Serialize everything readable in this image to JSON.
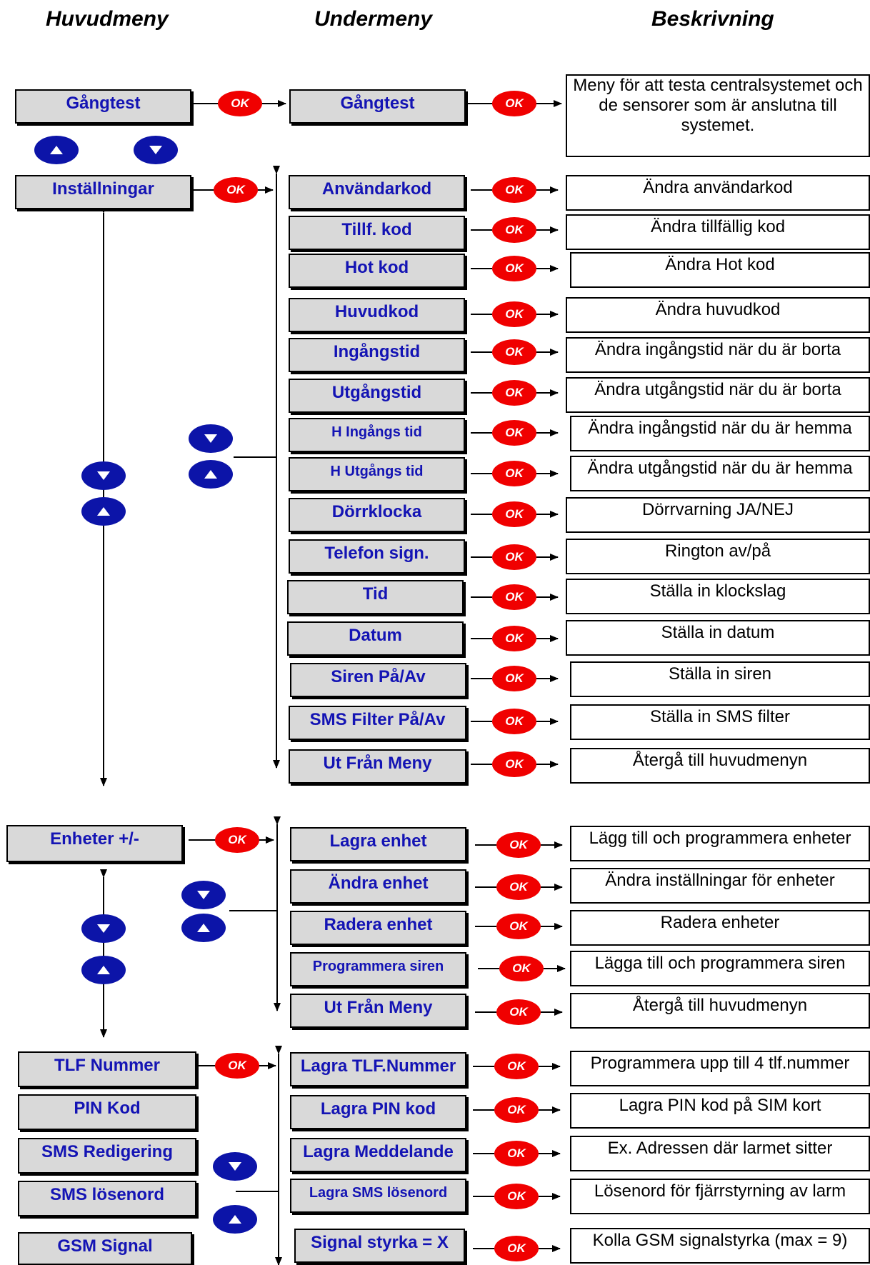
{
  "headers": {
    "main": "Huvudmeny",
    "sub": "Undermeny",
    "desc": "Beskrivning"
  },
  "ok_label": "OK",
  "icons": {
    "ok": "ok-button-icon",
    "up": "up-arrow-icon",
    "down": "down-arrow-icon"
  },
  "colors": {
    "ok": "#f00000",
    "nav": "#0c14a8",
    "menu_text": "#1414b4",
    "menu_fill": "#d9d9d9"
  },
  "main_menu": {
    "gangtest": "Gångtest",
    "installningar": "Inställningar",
    "enheter": "Enheter +/-",
    "tlf_nummer": "TLF Nummer",
    "pin_kod": "PIN Kod",
    "sms_redigering": "SMS Redigering",
    "sms_losenord": "SMS lösenord",
    "gsm_signal": "GSM Signal"
  },
  "gangtest_sub": {
    "label": "Gångtest",
    "desc": "Meny för att testa centralsystemet och de sensorer som är anslutna till systemet."
  },
  "settings_items": [
    {
      "label": "Användarkod",
      "desc": "Ändra användarkod"
    },
    {
      "label": "Tillf. kod",
      "desc": "Ändra tillfällig kod"
    },
    {
      "label": "Hot kod",
      "desc": "Ändra Hot kod"
    },
    {
      "label": "Huvudkod",
      "desc": "Ändra huvudkod"
    },
    {
      "label": "Ingångstid",
      "desc": "Ändra ingångstid när du är borta"
    },
    {
      "label": "Utgångstid",
      "desc": "Ändra utgångstid när du är borta"
    },
    {
      "label": "H Ingångs tid",
      "desc": "Ändra ingångstid när du är hemma"
    },
    {
      "label": "H Utgångs tid",
      "desc": "Ändra utgångstid när du är hemma"
    },
    {
      "label": "Dörrklocka",
      "desc": "Dörrvarning JA/NEJ"
    },
    {
      "label": "Telefon sign.",
      "desc": "Rington av/på"
    },
    {
      "label": "Tid",
      "desc": "Ställa in klockslag"
    },
    {
      "label": "Datum",
      "desc": "Ställa in datum"
    },
    {
      "label": "Siren På/Av",
      "desc": "Ställa in siren"
    },
    {
      "label": "SMS Filter På/Av",
      "desc": "Ställa in SMS filter"
    },
    {
      "label": "Ut Från Meny",
      "desc": "Återgå till huvudmenyn"
    }
  ],
  "device_items": [
    {
      "label": "Lagra enhet",
      "desc": "Lägg till och programmera enheter"
    },
    {
      "label": "Ändra enhet",
      "desc": "Ändra inställningar för enheter"
    },
    {
      "label": "Radera enhet",
      "desc": "Radera enheter"
    },
    {
      "label": "Programmera siren",
      "desc": "Lägga till och programmera siren"
    },
    {
      "label": "Ut Från Meny",
      "desc": "Återgå till huvudmenyn"
    }
  ],
  "phone_items": [
    {
      "label": "Lagra TLF.Nummer",
      "desc": "Programmera upp till 4  tlf.nummer"
    },
    {
      "label": "Lagra PIN kod",
      "desc": "Lagra PIN kod på SIM kort"
    },
    {
      "label": "Lagra Meddelande",
      "desc": "Ex. Adressen där larmet sitter"
    },
    {
      "label": "Lagra SMS lösenord",
      "desc": "Lösenord för fjärrstyrning av larm"
    },
    {
      "label": "Signal styrka = X",
      "desc": "Kolla GSM signalstyrka (max = 9)"
    }
  ]
}
